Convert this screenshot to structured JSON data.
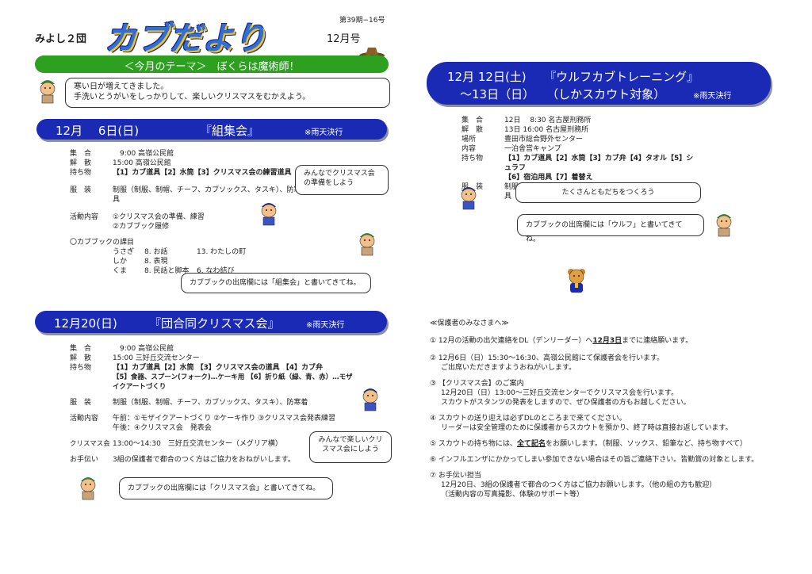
{
  "header": {
    "group": "みよし２団",
    "logo": "カブだより",
    "issue": "第39期−16号",
    "month": "12月号"
  },
  "theme": {
    "text": "＜今月のテーマ＞　ぼくらは魔術師！"
  },
  "intro": {
    "line1": "寒い日が増えてきました。",
    "line2": "手洗いとうがいをしっかりして、楽しいクリスマスをむかえよう。"
  },
  "e1": {
    "date": "12月　 6日(日)",
    "title": "『組集会』",
    "rain": "※雨天決行",
    "r1l": "集　合",
    "r1v": "　9:00  高嶺公民館",
    "r2l": "解　散",
    "r2v": "15:00  高嶺公民館",
    "r3l": "持ち物",
    "r3v": "【1】カブ道具【2】水筒【3】クリスマス会の練習道具",
    "r4l": "服　装",
    "r4v": "制服（制服、制帽、チーフ、カブソックス、タスキ）、防寒具",
    "r5l": "活動内容",
    "r5v": "①クリスマス会の準備、練習",
    "r5v2": "②カブブック履修",
    "badge_head": "〇カブブックの課目",
    "b1a": "うさぎ",
    "b1b": "8. お話",
    "b1c": "13. わたしの町",
    "b2a": "しか",
    "b2b": "8. 表現",
    "b3a": "くま",
    "b3b": "8. 民話と脚本",
    "b3c": "6. なわ結び",
    "bubble": "みんなでクリスマス会の準備をしよう",
    "note": "カブブックの出席欄には「組集会」と書いてきてね。"
  },
  "e2": {
    "date": "12月20(日)",
    "title": "『団合同クリスマス会』",
    "rain": "※雨天決行",
    "r1l": "集　合",
    "r1v": "　9:00  高嶺公民館",
    "r2l": "解　散",
    "r2v": "15:00  三好丘交流センター",
    "r3l": "持ち物",
    "r3v": "【1】カブ道具【2】水筒 【3】クリスマス会の道具 【4】カブ弁",
    "r3v2": "【5】食器、スプーン(フォーク)…ケーキ用 【6】折り紙（緑、青、赤）…モザイクアートづくり",
    "r4l": "服　装",
    "r4v": "制服（制服、制帽、チーフ、カブソックス、タスキ）、防寒着",
    "r5l": "活動内容",
    "r5v": "午前：①モザイクアートづくり ②ケーキ作り ③クリスマス会発表練習",
    "r5v2": "午後：④クリスマス会　発表会",
    "r6l": "クリスマス会",
    "r6v": "13:00〜14:30　三好丘交流センター（メグリア横）",
    "r7l": "お手伝い",
    "r7v": "3組の保護者で都合のつく方はご協力をおねがいします。",
    "bubble": "みんなで楽しいクリスマス会にしよう",
    "note": "カブブックの出席欄には「クリスマス会」と書いてきてね。"
  },
  "e3": {
    "line1": "12月 12日(土)　　『ウルフカブトレーニング』",
    "line2": "〜13日（日）　　（しかスカウト対象）",
    "rain": "※雨天決行",
    "r1l": "集　合",
    "r1v": "12日　 8:30  名古屋刑務所",
    "r2l": "解　散",
    "r2v": "13日  16:00  名古屋刑務所",
    "r3l": "場所",
    "r3v": "豊田市総合野外センター",
    "r4l": "内容",
    "r4v": "一泊舎営キャンプ",
    "r5l": "持ち物",
    "r5v": "【1】カブ道具【2】水筒【3】カブ弁【4】タオル【5】シュラフ",
    "r5v2": "【6】宿泊用具【7】着替え",
    "r6l": "服　装",
    "r6v": "制服（制服、制帽、チーフ、カブソックス、タスキ）、防寒具",
    "bubble1": "たくさんともだちをつくろう",
    "bubble2": "カブブックの出席欄には「ウルフ」と書いてきてね。"
  },
  "parents": {
    "head": "≪保護者のみなさまへ≫",
    "n1": "①  12月の活動の出欠連絡をDL（デンリーダー）へ",
    "n1b": "12月3日",
    "n1c": "までに連絡願います。",
    "n2": "②  12月6日（日）15:30〜16:30、高嶺公民館にて保護者会を行います。",
    "n2b": "ご出席いただきますようおねがいします。",
    "n3": "③  【クリスマス会】のご案内",
    "n3b": "12月20日（日）13:00〜三好丘交流センターでクリスマス会を行います。",
    "n3c": "スカウトがスタンツの発表をしますので、ぜひ保護者の方もお越しください。",
    "n4": "④  スカウトの送り迎えは必ずDLのところまで来てください。",
    "n4b": "リーダーは安全管理のために保護者からスカウトを預かり、終了時は直接お返しています。",
    "n5": "⑤  スカウトの持ち物には、",
    "n5b": "全て記名",
    "n5c": "をお願いします。（制服、ソックス、鉛筆など、持ち物すべて）",
    "n6": "⑥  インフルエンザにかかってしまい参加できない場合はその旨ご連絡下さい。皆勤賞の対象とします。",
    "n7": "⑦  お手伝い担当",
    "n7b": "12月20日、3組の保護者で都合のつく方はご協力お願いします。（他の組の方も歓迎）",
    "n7c": "（活動内容の写真撮影、体験のサポート等）"
  },
  "colors": {
    "banner": "#1b2ab5",
    "theme": "#2da020",
    "logo": "#2f6fd6"
  }
}
